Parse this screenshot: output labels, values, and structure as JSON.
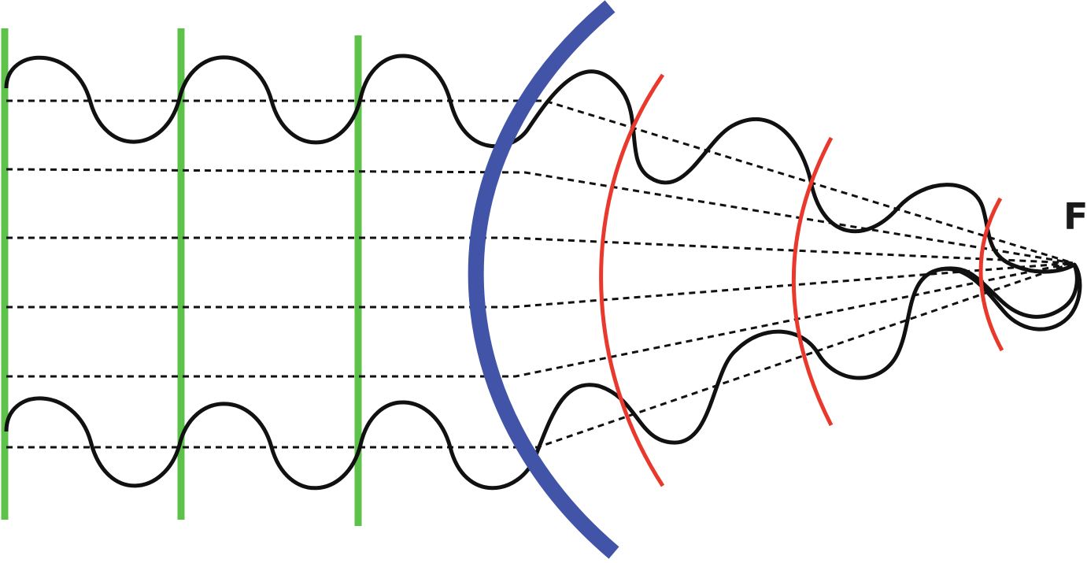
{
  "diagram": {
    "focus_label": "F",
    "colors": {
      "plane_wavefront": "#5cc24a",
      "mirror": "#4154a8",
      "spherical_wavefront": "#e8392c",
      "wave": "#111111",
      "ray": "#111111"
    },
    "plane_wavefront_count": 3,
    "spherical_wavefront_count": 3,
    "ray_count": 6,
    "wave_count": 2
  }
}
